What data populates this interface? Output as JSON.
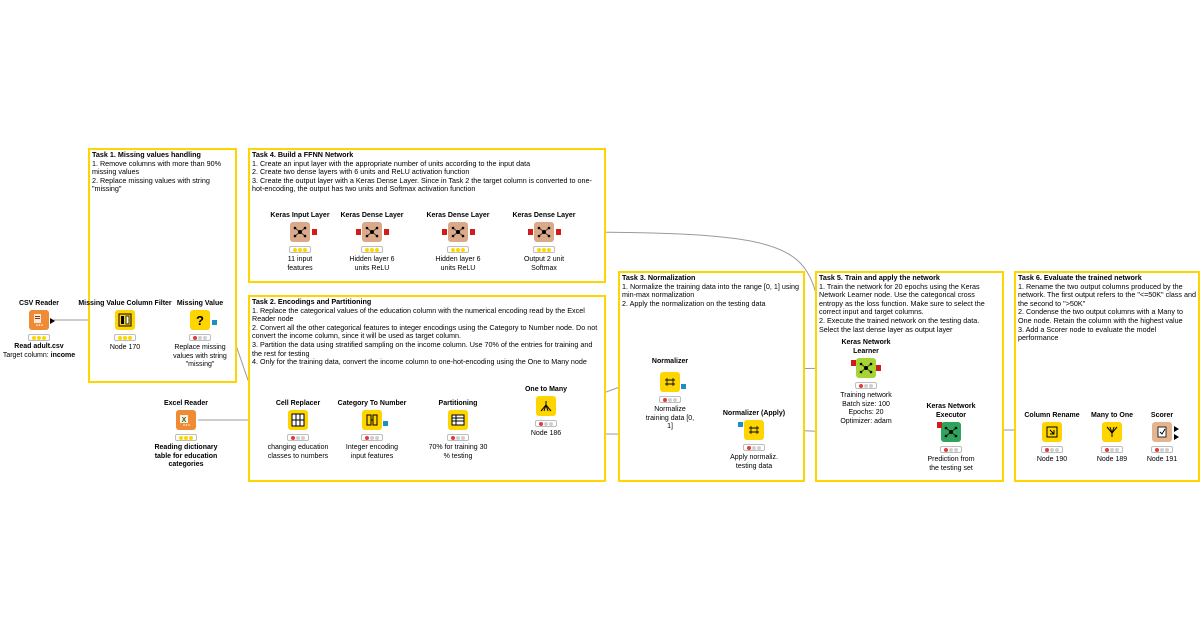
{
  "colors": {
    "annotation_border": "#ffd500",
    "io_node": "#ee8b34",
    "manipulator_node": "#ffd500",
    "learner_node": "#a6d432",
    "predictor_node": "#2fa35b",
    "dl_node": "#d9a98a",
    "view_node": "#e3b492",
    "port_table": "#000000",
    "port_model": "#d01c1c",
    "port_settings": "#1e8fc4",
    "connection": "#9a9a9a",
    "status_yellow": "#ffd500",
    "status_red": "#e23b3b",
    "status_gray": "#cfcfcf"
  },
  "annotations": {
    "task1": {
      "title": "Task 1. Missing values handling",
      "body": "1. Remove columns with more than 90% missing values\n2. Replace missing values with string \"missing\""
    },
    "task4": {
      "title": "Task 4. Build a FFNN Network",
      "body": "1. Create an input layer with the appropriate number of units according to the input data\n2. Create two dense layers with 6 units and ReLU activation function\n3. Create the output layer with a Keras Dense Layer. Since in Task 2 the target column is converted to one-hot-encoding, the output has two units and Softmax activation function"
    },
    "task2": {
      "title": "Task 2. Encodings and Partitioning",
      "body": "1. Replace the categorical values of the education column with the numerical encoding read by the Excel Reader node\n2. Convert all the other categorical features to integer encodings using the Category to Number node. Do not convert the income column, since it will be used as target column.\n3. Partition the data using stratified sampling on the income column. Use 70% of the entries for training and the rest for testing\n4. Only for the training data, convert the income column to one-hot-encoding using the One to Many node"
    },
    "task3": {
      "title": "Task 3. Normalization",
      "body": "1. Normalize the training data into the range [0, 1] using min-max normalization\n2. Apply the normalization on the testing data"
    },
    "task5": {
      "title": "Task 5. Train and apply the network",
      "body": "1. Train the network for 20 epochs using the Keras Network Learner node. Use the categorical cross entropy as the loss function. Make sure to select the correct input and target columns.\n2. Execute the trained network on the testing data. Select the last dense layer as output layer"
    },
    "task6": {
      "title": "Task 6. Evaluate the trained network",
      "body": "1. Rename the two output columns produced by the network. The first output refers to the \"<=50K\" class and the second to \">50K\"\n2. Condense the two output columns with a Many to One node. Retain the column with the highest value\n3. Add a Scorer node to evaluate the model performance"
    }
  },
  "nodes": {
    "csv_reader": {
      "title": "CSV Reader",
      "label_line1": "Read adult.csv",
      "label_line2": "Target column: ",
      "label_line2_bold": "income",
      "icon": "file-read-icon"
    },
    "mv_filter": {
      "title": "Missing Value Column Filter",
      "label": "Node 170",
      "icon": "column-filter-icon"
    },
    "missing_value": {
      "title": "Missing Value",
      "label": "Replace missing values with string \"missing\"",
      "icon": "question-icon"
    },
    "excel_reader": {
      "title": "Excel Reader",
      "label": "Reading dictionary table for education categories",
      "icon": "excel-icon"
    },
    "cell_replacer": {
      "title": "Cell Replacer",
      "label": "changing education classes to numbers",
      "icon": "grid-icon"
    },
    "cat_to_num": {
      "title": "Category To Number",
      "label": "Integer encoding input features",
      "icon": "convert-icon"
    },
    "partitioning": {
      "title": "Partitioning",
      "label": "70% for training 30 % testing",
      "icon": "partition-icon"
    },
    "one_to_many": {
      "title": "One to Many",
      "label": "Node 186",
      "icon": "one-to-many-icon"
    },
    "keras_input": {
      "title": "Keras Input Layer",
      "label": "11 input features",
      "icon": "network-icon"
    },
    "keras_dense1": {
      "title": "Keras Dense Layer",
      "label": "Hidden layer 6 units ReLU",
      "icon": "network-icon"
    },
    "keras_dense2": {
      "title": "Keras Dense Layer",
      "label": "Hidden layer 6 units ReLU",
      "icon": "network-icon"
    },
    "keras_dense3": {
      "title": "Keras Dense Layer",
      "label": "Output 2 unit Softmax",
      "icon": "network-icon"
    },
    "normalizer": {
      "title": "Normalizer",
      "label": "Normalize training data [0, 1]",
      "icon": "normalize-icon"
    },
    "normalizer_apply": {
      "title": "Normalizer (Apply)",
      "label": "Apply normaliz. testing data",
      "icon": "normalize-icon"
    },
    "learner": {
      "title": "Keras Network Learner",
      "label": "Training network Batch size: 100 Epochs: 20 Optimizer: adam",
      "icon": "network-icon"
    },
    "executor": {
      "title": "Keras Network Executor",
      "label": "Prediction from the testing set",
      "icon": "network-icon"
    },
    "col_rename": {
      "title": "Column Rename",
      "label": "Node 190",
      "icon": "rename-icon"
    },
    "many_to_one": {
      "title": "Many to One",
      "label": "Node 189",
      "icon": "many-to-one-icon"
    },
    "scorer": {
      "title": "Scorer",
      "label": "Node 191",
      "icon": "scorer-icon"
    }
  }
}
